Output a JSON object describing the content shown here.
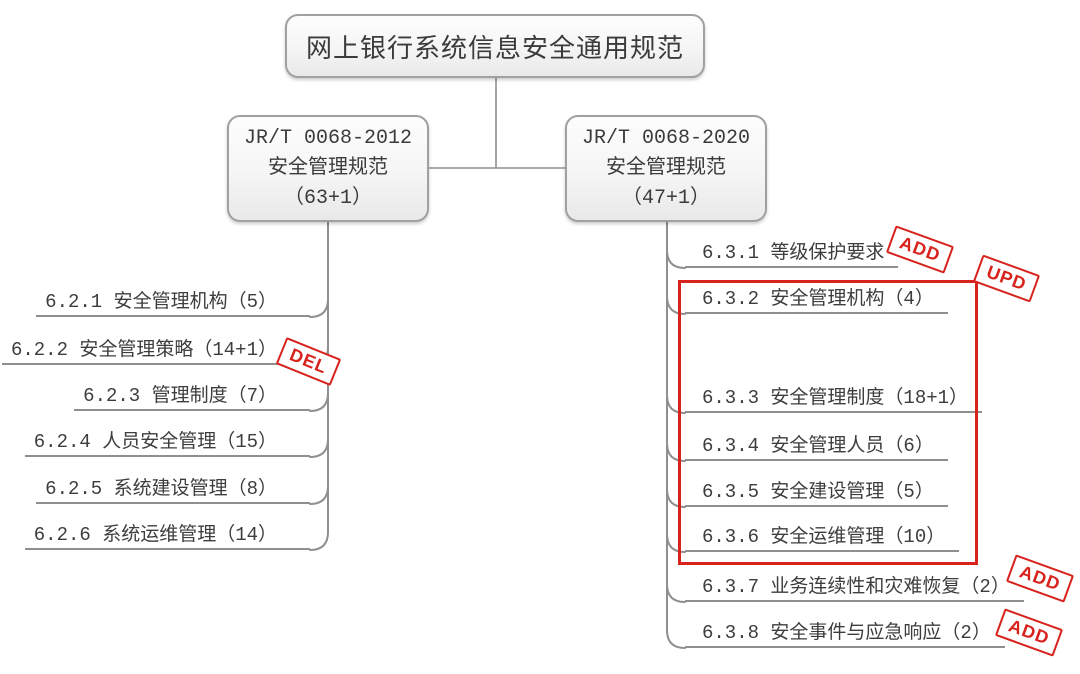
{
  "root": {
    "label": "网上银行系统信息安全通用规范"
  },
  "left_branch": {
    "line1": "JR/T 0068-2012",
    "line2": "安全管理规范",
    "line3": "（63+1）",
    "items": [
      {
        "id": "6.2.1",
        "label": "6.2.1 安全管理机构（5）"
      },
      {
        "id": "6.2.2",
        "label": "6.2.2 安全管理策略（14+1）",
        "stamp": "DEL"
      },
      {
        "id": "6.2.3",
        "label": "6.2.3 管理制度（7）"
      },
      {
        "id": "6.2.4",
        "label": "6.2.4 人员安全管理（15）"
      },
      {
        "id": "6.2.5",
        "label": "6.2.5 系统建设管理（8）"
      },
      {
        "id": "6.2.6",
        "label": "6.2.6 系统运维管理（14）"
      }
    ]
  },
  "right_branch": {
    "line1": "JR/T 0068-2020",
    "line2": "安全管理规范",
    "line3": "（47+1）",
    "items": [
      {
        "id": "6.3.1",
        "label": "6.3.1 等级保护要求",
        "stamp": "ADD"
      },
      {
        "id": "6.3.2",
        "label": "6.3.2 安全管理机构（4）"
      },
      {
        "id": "6.3.3",
        "label": "6.3.3 安全管理制度（18+1）"
      },
      {
        "id": "6.3.4",
        "label": "6.3.4 安全管理人员（6）"
      },
      {
        "id": "6.3.5",
        "label": "6.3.5 安全建设管理（5）"
      },
      {
        "id": "6.3.6",
        "label": "6.3.6 安全运维管理（10）"
      },
      {
        "id": "6.3.7",
        "label": "6.3.7 业务连续性和灾难恢复（2）",
        "stamp": "ADD"
      },
      {
        "id": "6.3.8",
        "label": "6.3.8 安全事件与应急响应（2）",
        "stamp": "ADD"
      }
    ]
  },
  "annotations": {
    "del_stamp": "DEL",
    "upd_stamp": "UPD",
    "add_stamp_631": "ADD",
    "add_stamp_637": "ADD",
    "add_stamp_638": "ADD",
    "update_group_items": "6.3.2-6.3.6"
  },
  "colors": {
    "stamp_red": "#d8231d",
    "line_gray": "#8f8f8f",
    "node_border_gray": "#a0a0a0",
    "text_color": "#3d3d3d"
  }
}
